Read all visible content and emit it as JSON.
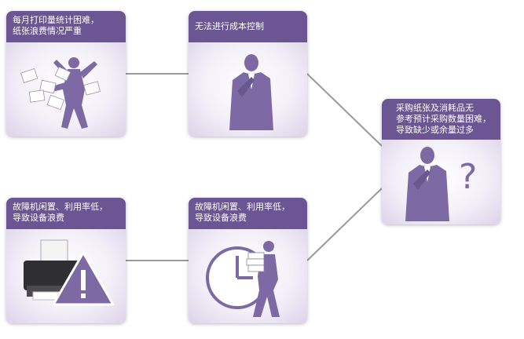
{
  "diagram": {
    "cards": [
      {
        "id": "paper-waste",
        "text": "每月打印量统计困难，\n纸张浪费情况严重"
      },
      {
        "id": "cost-control",
        "text": "无法进行成本控制"
      },
      {
        "id": "purchase-estimate",
        "text": "采购纸张及消耗品无\n参考预计采购数量困难，\n导致缺少或余量过多"
      },
      {
        "id": "printer-idle",
        "text": "故障机闲置、利用率低，\n导致设备浪费"
      },
      {
        "id": "equipment-waste",
        "text": "故障机闲置、利用率低，\n导致设备浪费"
      }
    ]
  },
  "colors": {
    "header": "#6b5592",
    "body": "#f1eef6",
    "figure": "#7d6aa4",
    "connector": "#9a9a9a"
  },
  "icons": [
    "throwing-papers-figure-icon",
    "thinking-man-icon",
    "question-mark-man-icon",
    "printer-warning-icon",
    "clock-man-carrying-papers-icon"
  ]
}
